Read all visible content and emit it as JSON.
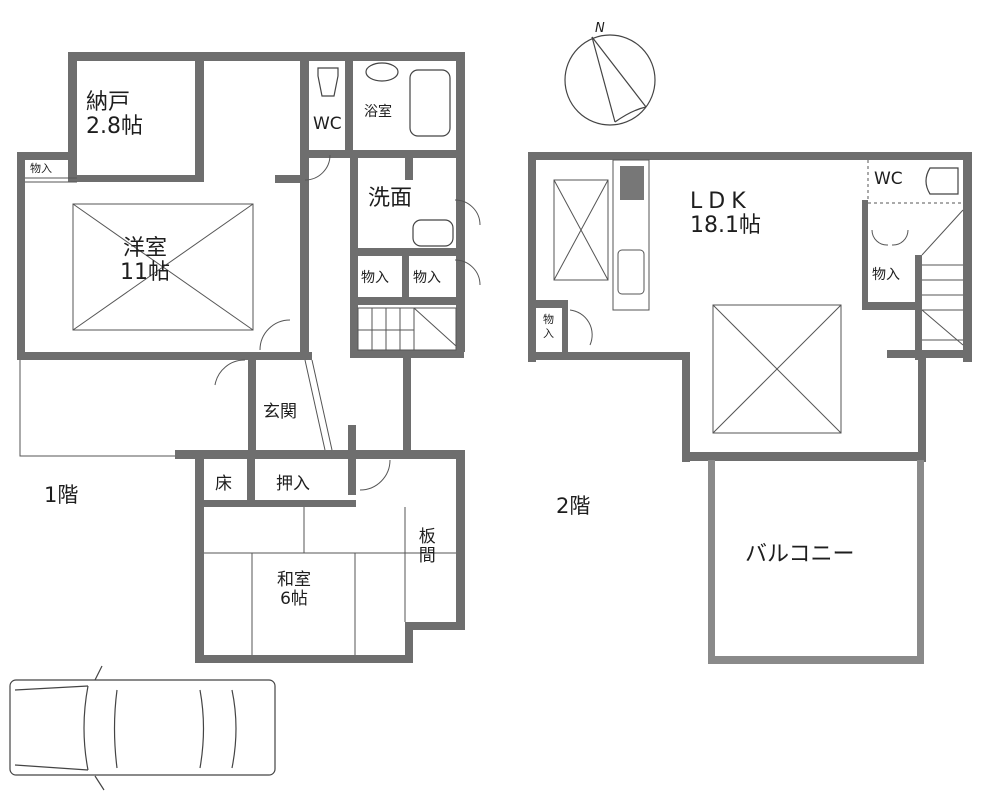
{
  "floor_plan": {
    "compass": {
      "label": "N"
    },
    "floor1": {
      "label": "1階",
      "rooms": {
        "nando": {
          "name": "納戸",
          "size": "2.8帖"
        },
        "monoire_top_left": {
          "name": "物入"
        },
        "yoshitsu": {
          "name": "洋室",
          "size": "11帖"
        },
        "wc": {
          "name": "WC"
        },
        "yokushitsu": {
          "name": "浴室"
        },
        "senmen": {
          "name": "洗面"
        },
        "monoire_a": {
          "name": "物入"
        },
        "monoire_b": {
          "name": "物入"
        },
        "genkan": {
          "name": "玄関"
        },
        "toko": {
          "name": "床"
        },
        "oshiire": {
          "name": "押入"
        },
        "itama": {
          "name": "板間"
        },
        "washitsu": {
          "name": "和室",
          "size": "6帖"
        }
      }
    },
    "floor2": {
      "label": "2階",
      "rooms": {
        "ldk": {
          "name": "LDK",
          "size": "18.1帖"
        },
        "wc": {
          "name": "WC"
        },
        "monoire_right": {
          "name": "物入"
        },
        "monoire_left": {
          "name": "物\n入"
        },
        "balcony": {
          "name": "バルコニー"
        }
      }
    }
  }
}
